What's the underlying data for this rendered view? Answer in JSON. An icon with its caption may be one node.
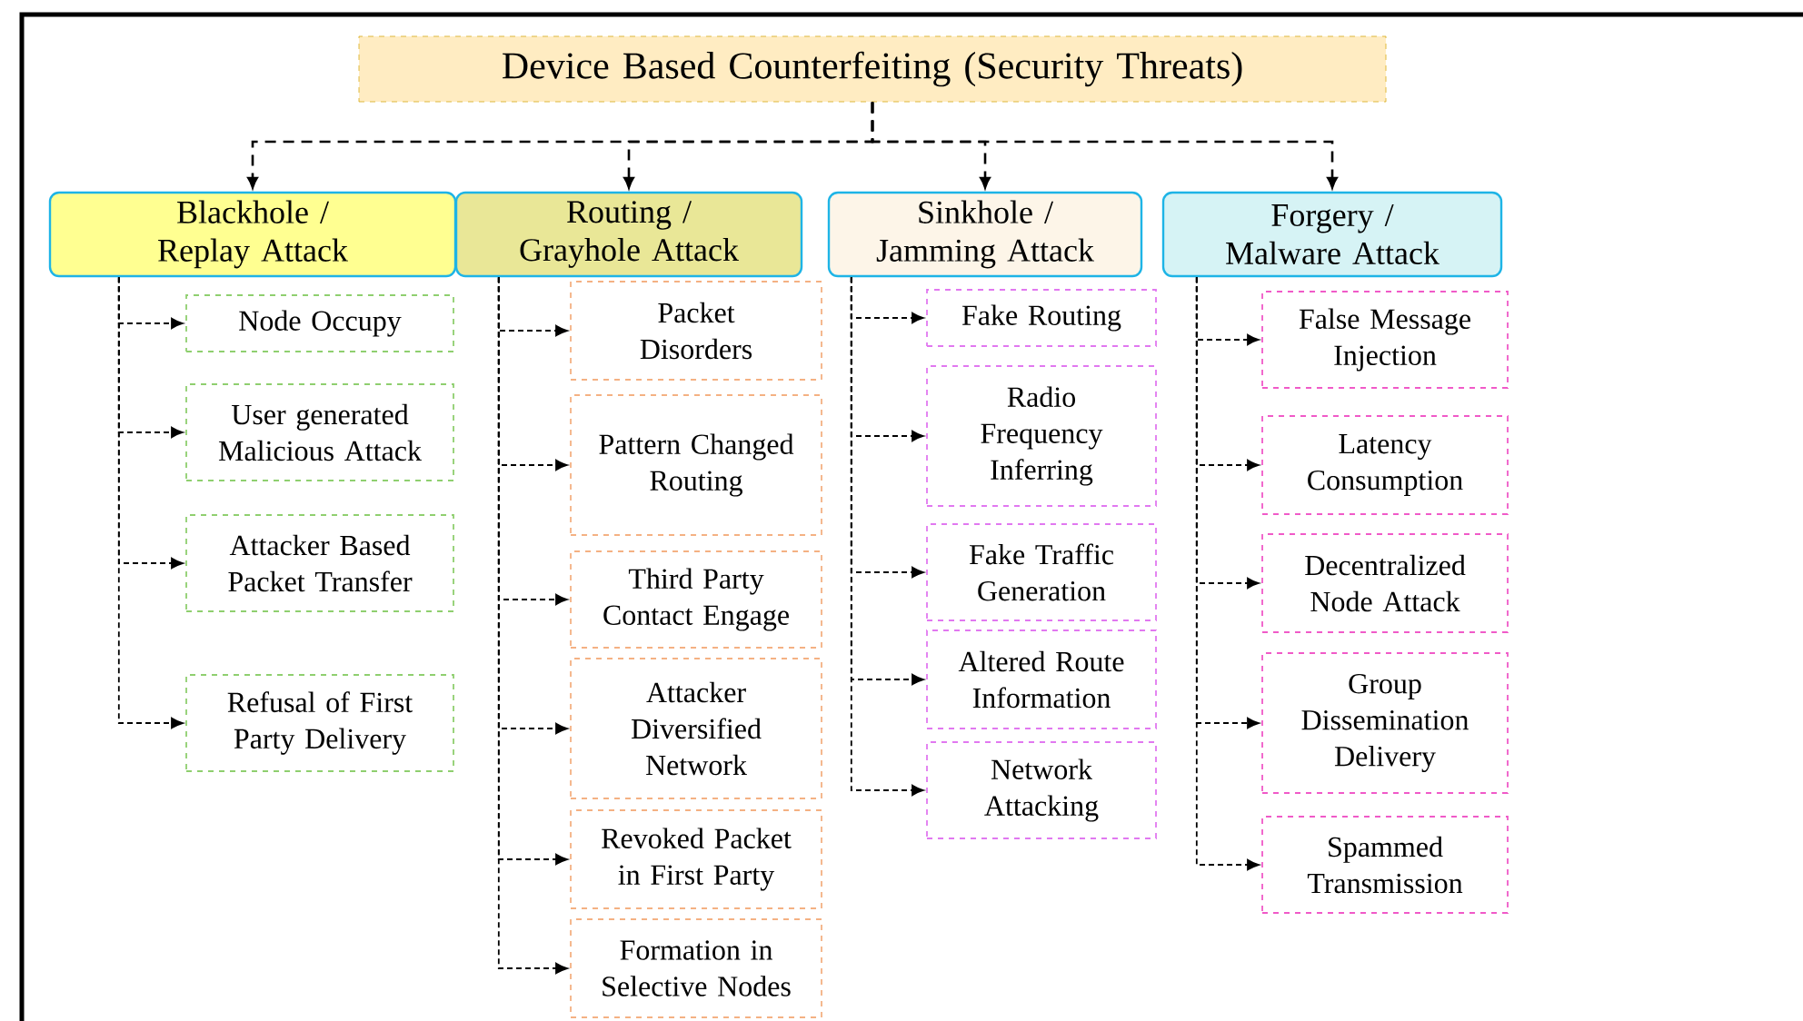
{
  "diagram": {
    "nodes": [
      {
        "text": [
          "Device Based Counterfeiting (Security Threats)"
        ]
      },
      {
        "text": [
          "Blackhole / Replay Attack"
        ]
      },
      {
        "text": [
          "Routing / Grayhole Attack"
        ]
      },
      {
        "text": [
          "Sinkhole / Jamming Attack"
        ]
      },
      {
        "text": [
          "Forgery / Malware Attack"
        ]
      },
      {
        "text": [
          "Node Occupy"
        ]
      },
      {
        "text": [
          "User generated Malicious Attack"
        ]
      },
      {
        "text": [
          "Attacker Based Packet Transfer"
        ]
      },
      {
        "text": [
          "Refusal of First Party Delivery"
        ]
      },
      {
        "text": [
          "Packet Disorders"
        ]
      },
      {
        "text": [
          "Pattern Changed Routing"
        ]
      },
      {
        "text": [
          "Third Party Contact Engage"
        ]
      },
      {
        "text": [
          "Attacker Diversified Network"
        ]
      },
      {
        "text": [
          "Revoked Packet in First Party"
        ]
      },
      {
        "text": [
          "Formation in Selective Nodes"
        ]
      },
      {
        "text": [
          "Fake Routing"
        ]
      },
      {
        "text": [
          "Radio Frequency Inferring"
        ]
      },
      {
        "text": [
          "Fake Traffic Generation"
        ]
      },
      {
        "text": [
          "Altered Route Information"
        ]
      },
      {
        "text": [
          "Network Attacking"
        ]
      },
      {
        "text": [
          "False Message Injection"
        ]
      },
      {
        "text": [
          "Latency Consumption"
        ]
      },
      {
        "text": [
          "Decentralized Node Attack"
        ]
      },
      {
        "text": [
          "Group Dissemination Delivery"
        ]
      },
      {
        "text": [
          "Spammed Transmission"
        ]
      }
    ],
    "edges": [
      {
        "from": 0,
        "to": 1,
        "arrow": "to"
      },
      {
        "from": 0,
        "to": 2,
        "arrow": "to"
      },
      {
        "from": 0,
        "to": 3,
        "arrow": "to"
      },
      {
        "from": 0,
        "to": 4,
        "arrow": "to"
      },
      {
        "from": 1,
        "to": 5,
        "arrow": "to"
      },
      {
        "from": 1,
        "to": 6,
        "arrow": "to"
      },
      {
        "from": 1,
        "to": 7,
        "arrow": "to"
      },
      {
        "from": 1,
        "to": 8,
        "arrow": "to"
      },
      {
        "from": 2,
        "to": 9,
        "arrow": "to"
      },
      {
        "from": 2,
        "to": 10,
        "arrow": "to"
      },
      {
        "from": 2,
        "to": 11,
        "arrow": "to"
      },
      {
        "from": 2,
        "to": 12,
        "arrow": "to"
      },
      {
        "from": 2,
        "to": 13,
        "arrow": "to"
      },
      {
        "from": 2,
        "to": 14,
        "arrow": "to"
      },
      {
        "from": 3,
        "to": 15,
        "arrow": "to"
      },
      {
        "from": 3,
        "to": 16,
        "arrow": "to"
      },
      {
        "from": 3,
        "to": 17,
        "arrow": "to"
      },
      {
        "from": 3,
        "to": 18,
        "arrow": "to"
      },
      {
        "from": 3,
        "to": 19,
        "arrow": "to"
      },
      {
        "from": 4,
        "to": 20,
        "arrow": "to"
      },
      {
        "from": 4,
        "to": 21,
        "arrow": "to"
      },
      {
        "from": 4,
        "to": 22,
        "arrow": "to"
      },
      {
        "from": 4,
        "to": 23,
        "arrow": "to"
      },
      {
        "from": 4,
        "to": 24,
        "arrow": "to"
      }
    ]
  }
}
